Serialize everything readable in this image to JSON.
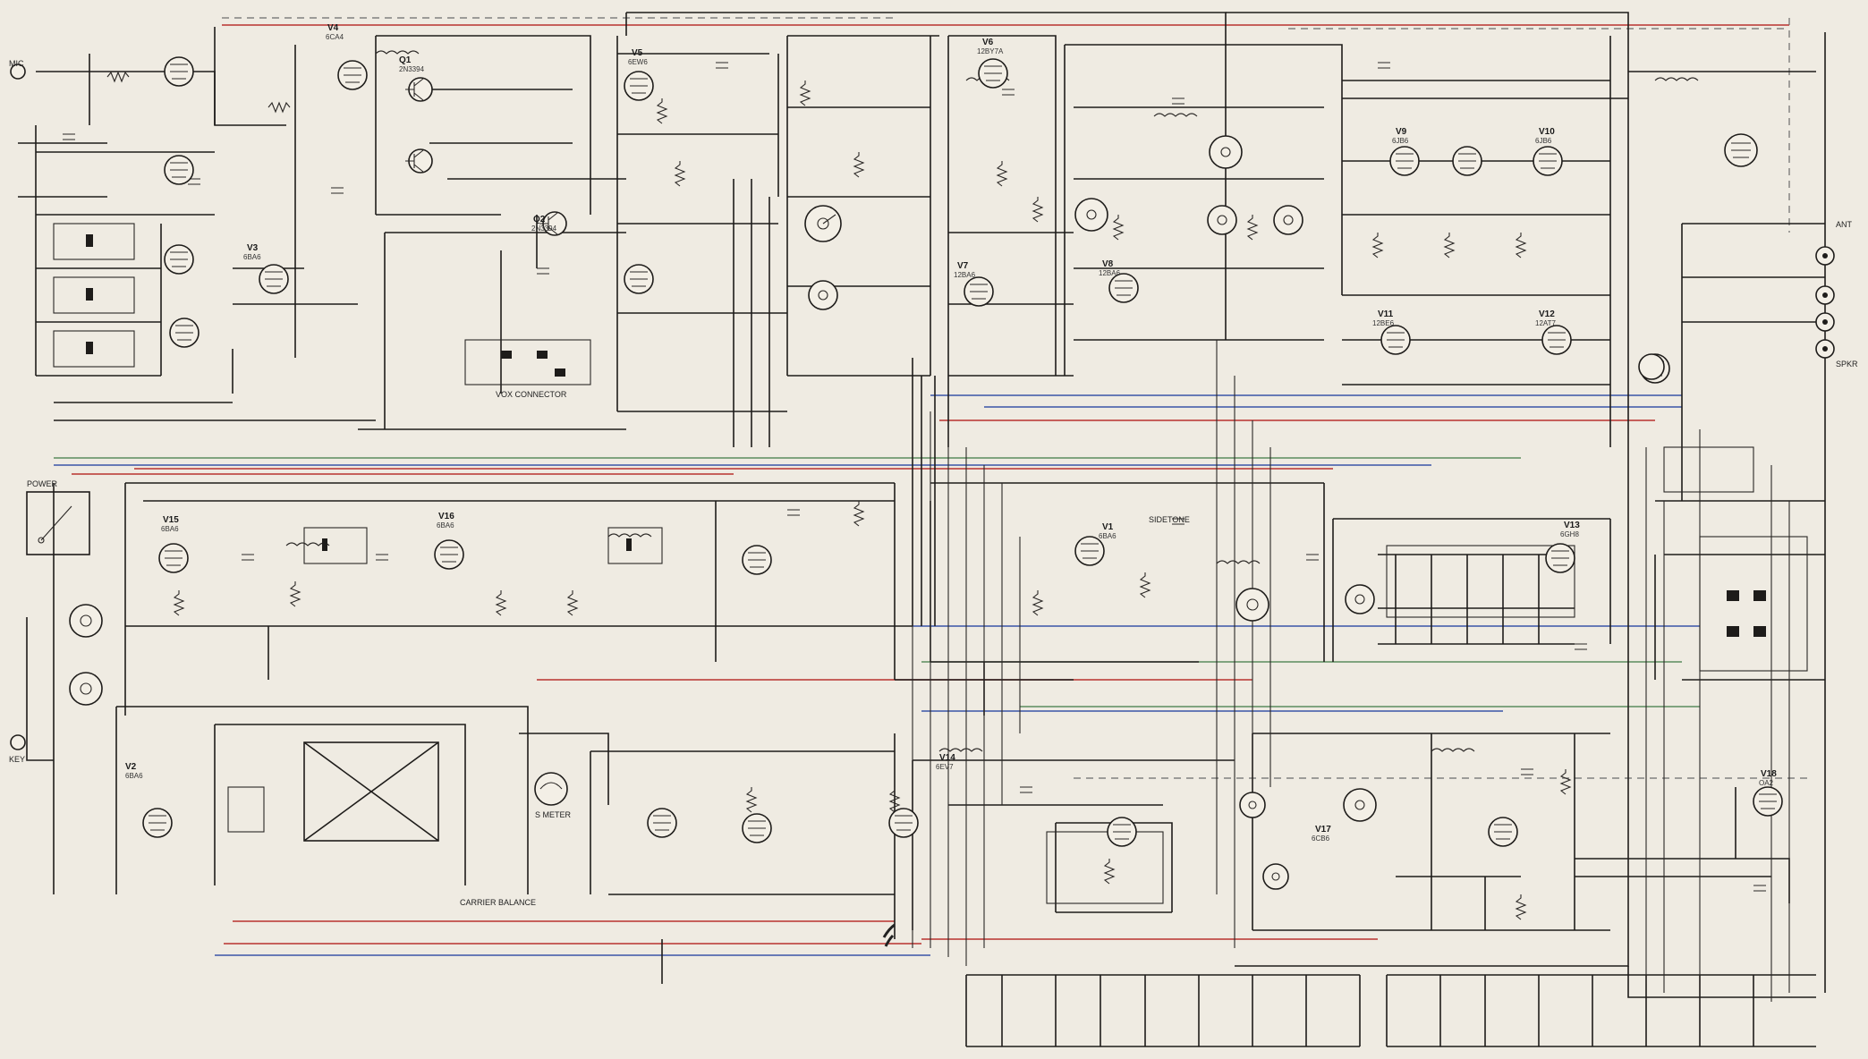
{
  "diagram": {
    "tubes": [
      {
        "id": "tube-v1",
        "ref": "V1",
        "part": "6BA6"
      },
      {
        "id": "tube-v2",
        "ref": "V2",
        "part": "6BA6"
      },
      {
        "id": "tube-v3",
        "ref": "V3",
        "part": "6BA6"
      },
      {
        "id": "tube-v4",
        "ref": "V4",
        "part": "6CA4"
      },
      {
        "id": "tube-v5",
        "ref": "V5",
        "part": "6EW6"
      },
      {
        "id": "tube-v6",
        "ref": "V6",
        "part": "12BY7A"
      },
      {
        "id": "tube-v7",
        "ref": "V7",
        "part": "12BA6"
      },
      {
        "id": "tube-v8",
        "ref": "V8",
        "part": "12BA6"
      },
      {
        "id": "tube-v9",
        "ref": "V9",
        "part": "6JB6"
      },
      {
        "id": "tube-v10",
        "ref": "V10",
        "part": "6JB6"
      },
      {
        "id": "tube-v11",
        "ref": "V11",
        "part": "12BE6"
      },
      {
        "id": "tube-v12",
        "ref": "V12",
        "part": "12AT7"
      },
      {
        "id": "tube-v13",
        "ref": "V13",
        "part": "6GH8"
      },
      {
        "id": "tube-v14",
        "ref": "V14",
        "part": "6EV7"
      },
      {
        "id": "tube-v15",
        "ref": "V15",
        "part": "6BA6"
      },
      {
        "id": "tube-v16",
        "ref": "V16",
        "part": "6BA6"
      },
      {
        "id": "tube-v17",
        "ref": "V17",
        "part": "6CB6"
      },
      {
        "id": "tube-v18",
        "ref": "V18",
        "part": "OA2"
      }
    ],
    "transistors": [
      {
        "id": "transistor-q1",
        "ref": "Q1",
        "part": "2N3394"
      },
      {
        "id": "transistor-q2",
        "ref": "Q2",
        "part": "2N3394"
      }
    ],
    "labels": [
      {
        "id": "label-carrier-balance",
        "text": "CARRIER BALANCE"
      },
      {
        "id": "label-s-meter",
        "text": "S METER"
      },
      {
        "id": "label-power",
        "text": "POWER"
      },
      {
        "id": "label-vox-connector",
        "text": "VOX CONNECTOR"
      },
      {
        "id": "label-sidetone",
        "text": "SIDETONE"
      },
      {
        "id": "label-ant",
        "text": "ANT"
      },
      {
        "id": "label-key",
        "text": "KEY"
      },
      {
        "id": "label-mic",
        "text": "MIC"
      },
      {
        "id": "label-spkr",
        "text": "SPKR"
      }
    ]
  }
}
